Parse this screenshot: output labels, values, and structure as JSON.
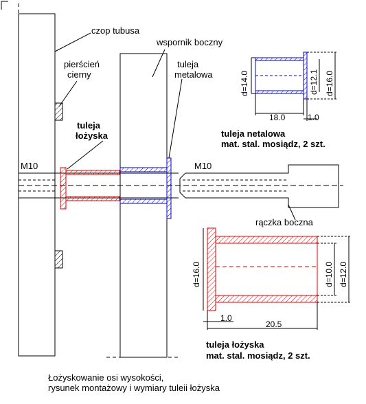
{
  "labels": {
    "czop_tubusa": "czop tubusa",
    "wspornik_boczny": "wspornik boczny",
    "pierscien_line1": "pierścień",
    "pierscien_line2": "cierny",
    "tuleja_metal_line1": "tuleja",
    "tuleja_metal_line2": "metalowa",
    "tuleja_lozyska_line1": "tuleja",
    "tuleja_lozyska_line2": "łożyska",
    "m10_left": "M10",
    "m10_right": "M10",
    "raczka_boczna": "rączka boczna"
  },
  "detail_metal": {
    "d_outer": "d=14.0",
    "d_inner": "d=12.1",
    "d_flange": "d=16.0",
    "length": "18.0",
    "flange": "1.0",
    "title_line1": "tuleja netalowa",
    "title_line2": "mat. stal. mosiądz, 2 szt."
  },
  "detail_bearing": {
    "d_flange": "d=16.0",
    "d_inner": "d=10.0",
    "d_outer": "d=12.0",
    "flange": "1.0",
    "length": "20.5",
    "title_line1": "tuleja łożyska",
    "title_line2": "mat. stal. mosiądz, 2 szt."
  },
  "caption": {
    "line1": "Łożyskowanie osi wysokości,",
    "line2": "rysunek montażowy i wymiary tuleii łożyska"
  },
  "colors": {
    "bearing_sleeve": "#e00000",
    "metal_sleeve": "#0000c8",
    "lines": "#000000"
  }
}
